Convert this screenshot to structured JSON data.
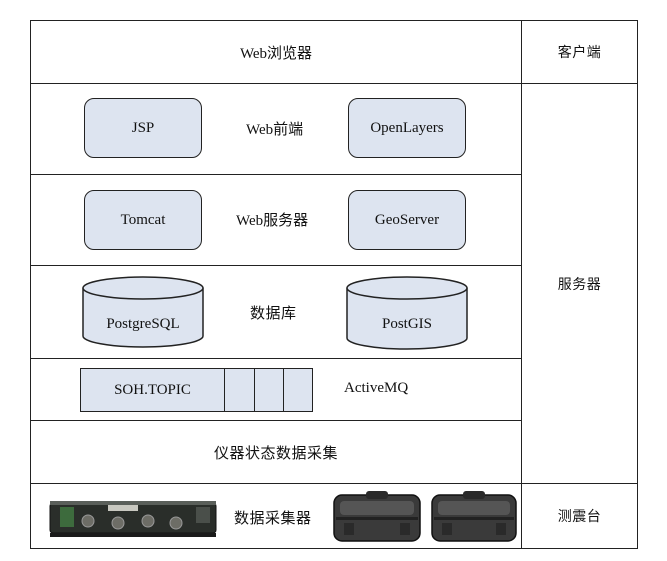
{
  "client_row": {
    "label": "Web浏览器",
    "tier": "客户端"
  },
  "server_tier": {
    "label": "服务器"
  },
  "web_frontend": {
    "left_box": "JSP",
    "label": "Web前端",
    "right_box": "OpenLayers"
  },
  "web_server": {
    "left_box": "Tomcat",
    "label": "Web服务器",
    "right_box": "GeoServer"
  },
  "database": {
    "left_cylinder": "PostgreSQL",
    "label": "数据库",
    "right_cylinder": "PostGIS"
  },
  "message_queue": {
    "topic": "SOH.TOPIC",
    "label": "ActiveMQ"
  },
  "collection": {
    "label": "仪器状态数据采集"
  },
  "station_row": {
    "label": "数据采集器",
    "tier": "测震台"
  },
  "colors": {
    "box_fill": "#dde4f0",
    "border": "#222222",
    "device_body": "#2a2e2a",
    "case_body": "#3a3a3a"
  },
  "icons": [
    "data-acquisition-device-icon",
    "instrument-case-icon"
  ]
}
